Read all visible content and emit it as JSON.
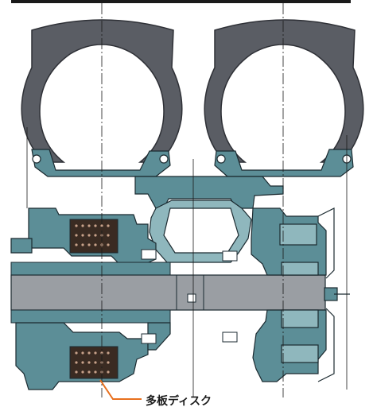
{
  "callout": {
    "label": "多板ディスク",
    "leader_color": "#e8701e"
  },
  "colors": {
    "tire": "#5a5d64",
    "tire_edge": "#2e3036",
    "steel": "#5c8e97",
    "steel_light": "#8fb7bd",
    "axle": "#9a9ea3",
    "outline": "#1b2a30",
    "disk": "#3a2b22",
    "disk_dots": "#c8a28a"
  },
  "components": [
    "left-tire",
    "right-tire",
    "left-rim",
    "right-rim",
    "wheel-hub",
    "axle-shaft",
    "upper-multi-plate-disk",
    "lower-multi-plate-disk",
    "upper-bearing",
    "lower-bearing",
    "differential-unit",
    "frame-housing"
  ]
}
